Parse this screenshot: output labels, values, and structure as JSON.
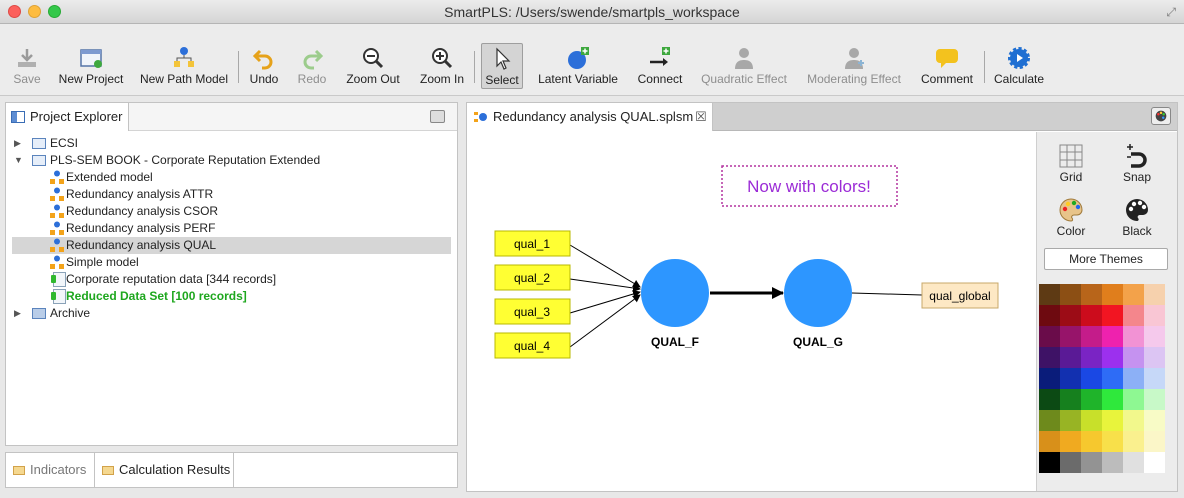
{
  "window": {
    "title": "SmartPLS: /Users/swende/smartpls_workspace"
  },
  "toolbar": {
    "save": "Save",
    "new_project": "New Project",
    "new_path_model": "New Path Model",
    "undo": "Undo",
    "redo": "Redo",
    "zoom_out": "Zoom Out",
    "zoom_in": "Zoom In",
    "select": "Select",
    "latent_variable": "Latent Variable",
    "connect": "Connect",
    "quadratic_effect": "Quadratic Effect",
    "moderating_effect": "Moderating Effect",
    "comment": "Comment",
    "calculate": "Calculate"
  },
  "project_explorer": {
    "tab_label": "Project Explorer",
    "tree": [
      {
        "label": "ECSI",
        "type": "project",
        "expanded": false
      },
      {
        "label": "PLS-SEM BOOK - Corporate Reputation Extended",
        "type": "project",
        "expanded": true
      },
      {
        "label": "Extended model",
        "type": "model"
      },
      {
        "label": "Redundancy analysis ATTR",
        "type": "model"
      },
      {
        "label": "Redundancy analysis CSOR",
        "type": "model"
      },
      {
        "label": "Redundancy analysis PERF",
        "type": "model"
      },
      {
        "label": "Redundancy analysis QUAL",
        "type": "model",
        "selected": true
      },
      {
        "label": "Simple model",
        "type": "model"
      },
      {
        "label": "Corporate reputation data [344 records]",
        "type": "data"
      },
      {
        "label": "Reduced Data Set [100 records]",
        "type": "data",
        "highlight": true
      },
      {
        "label": "Archive",
        "type": "archive",
        "expanded": false
      }
    ]
  },
  "bottom_tabs": {
    "indicators": "Indicators",
    "calculation_results": "Calculation Results"
  },
  "editor": {
    "tab_label": "Redundancy analysis QUAL.splsm",
    "close_glyph": "☒",
    "comment": "Now with colors!",
    "indicators": [
      "qual_1",
      "qual_2",
      "qual_3",
      "qual_4"
    ],
    "latent_variables": [
      "QUAL_F",
      "QUAL_G"
    ],
    "global_indicator": "qual_global"
  },
  "side_panel": {
    "grid": "Grid",
    "snap": "Snap",
    "color": "Color",
    "black": "Black",
    "more_themes": "More Themes",
    "palette": [
      [
        "#5e3a14",
        "#8c4f14",
        "#b8651a",
        "#e07e1c",
        "#f3a24a",
        "#f6d1ad"
      ],
      [
        "#6e0a10",
        "#9c0c16",
        "#cc0c1c",
        "#f21522",
        "#f4868c",
        "#f9c6d4"
      ],
      [
        "#6a0c4a",
        "#97146a",
        "#c41c8a",
        "#ee22ae",
        "#f292d4",
        "#f5c9ec"
      ],
      [
        "#3e1266",
        "#5a1a96",
        "#7a24c4",
        "#9c30ee",
        "#c592f0",
        "#dcc5f3"
      ],
      [
        "#0a1c7a",
        "#1230b0",
        "#1a48e4",
        "#2e6cf6",
        "#8cb0f6",
        "#c6d8f8"
      ],
      [
        "#0c4a14",
        "#16801e",
        "#1fb42a",
        "#2fe83c",
        "#8ef892",
        "#c8f9c8"
      ],
      [
        "#6e8a1c",
        "#98b424",
        "#c8e02a",
        "#e8f43c",
        "#f2f88c",
        "#f8fbc6"
      ],
      [
        "#d8901a",
        "#f0aa20",
        "#f6c82e",
        "#f8e04a",
        "#faf08e",
        "#fbf6c8"
      ],
      [
        "#000000",
        "#6b6b6b",
        "#939393",
        "#bcbcbc",
        "#e0e0e0",
        "#ffffff"
      ]
    ]
  },
  "colors": {
    "indicator_fill": "#ffff33",
    "global_indicator_fill": "#fde8c4",
    "latent_fill": "#2d96ff",
    "comment_color": "#9b2bd6"
  }
}
